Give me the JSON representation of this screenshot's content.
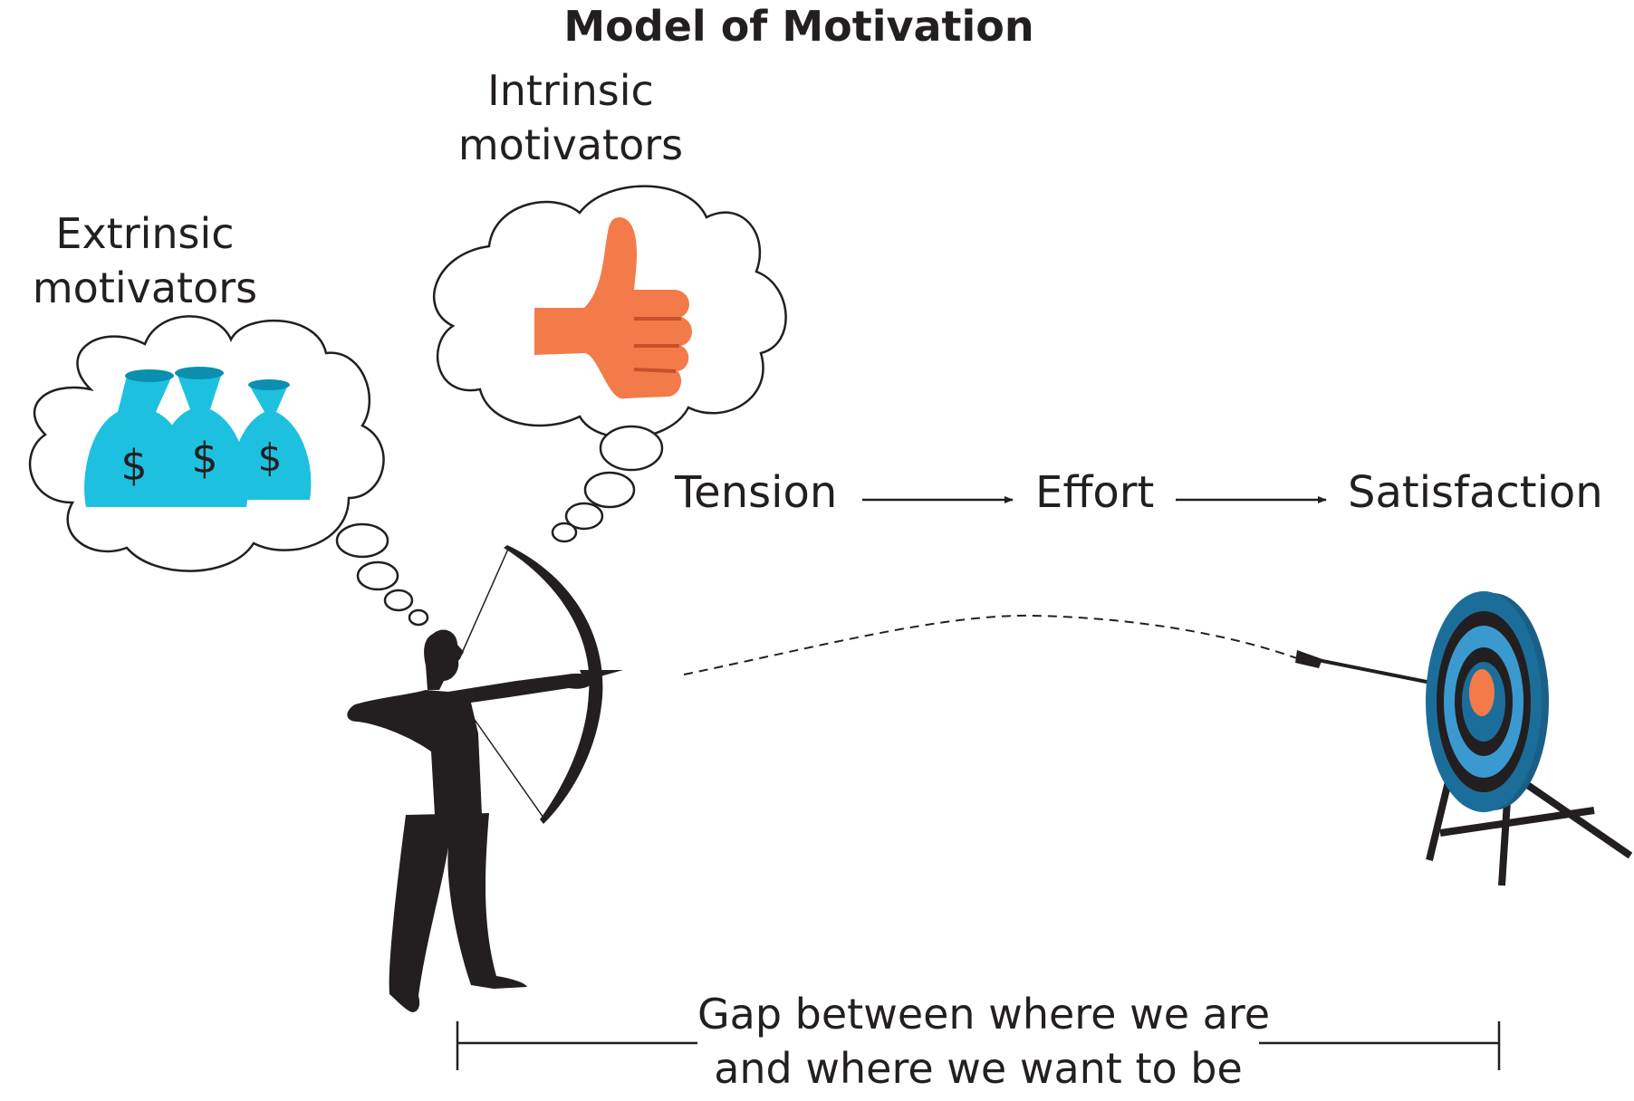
{
  "title": "Model of Motivation",
  "extrinsic": {
    "line1": "Extrinsic",
    "line2": "motivators"
  },
  "intrinsic": {
    "line1": "Intrinsic",
    "line2": "motivators"
  },
  "process": {
    "step1": "Tension",
    "step2": "Effort",
    "step3": "Satisfaction"
  },
  "money_bags": {
    "symbol": "$",
    "count": 3
  },
  "gap": {
    "line1": "Gap between where we are",
    "line2": "and where we want to be"
  },
  "colors": {
    "money_bag": "#1ec0e0",
    "thumb": "#f37b4a",
    "target_outer": "#1c6e9a",
    "target_mid": "#3a9ad0",
    "target_center": "#f37b4a",
    "ink": "#231f20"
  }
}
